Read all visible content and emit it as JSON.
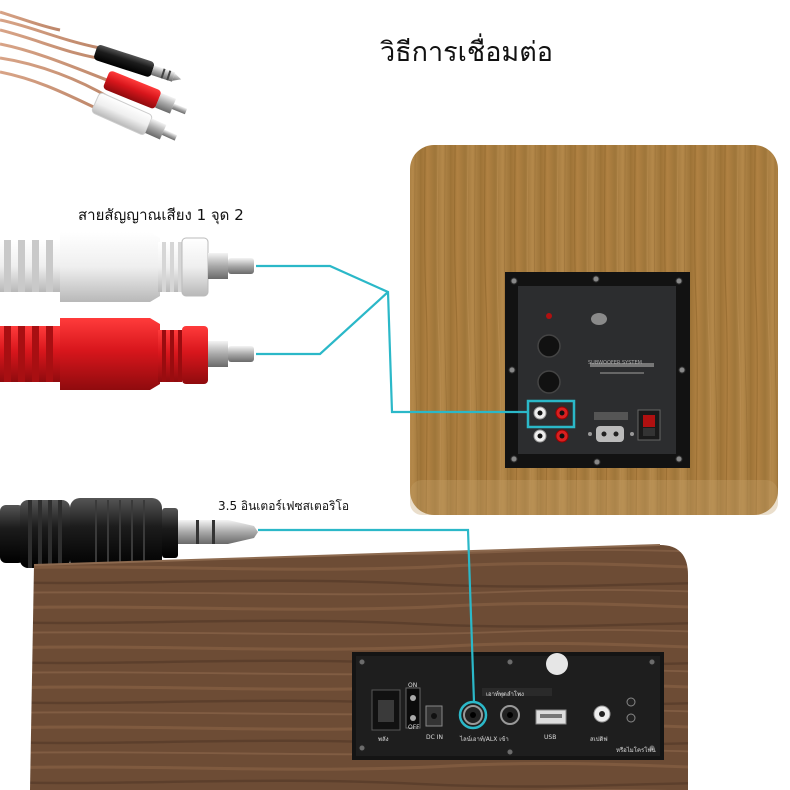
{
  "title": "วิธีการเชื่อมต่อ",
  "labels": {
    "rca_cable": "สายสัญญาณเสียง 1 จุด 2",
    "stereo_jack": "3.5 อินเตอร์เฟซสเตอริโอ"
  },
  "subwoofer_panel": {
    "brand_text": "SUBWOOFER SYSTEM"
  },
  "bottom_panel": {
    "switch_on": "ON",
    "switch_off": "OFF",
    "power_label": "พลัง",
    "dc_in": "DC IN",
    "aux_in": "ไลน์เอาท์/ALX เข้า",
    "top_small": "เอาท์พุตลำโพง",
    "usb_label": "USB",
    "spdif": "สเปดิฟ",
    "right_small": "หรือไมโครโฟน"
  },
  "colors": {
    "wire_cyan": "#2bb8c8",
    "wood_light": "#a57a3e",
    "wood_dark": "#6b4a33",
    "rca_red": "#d8161c",
    "rca_white": "#f1f1f1"
  }
}
